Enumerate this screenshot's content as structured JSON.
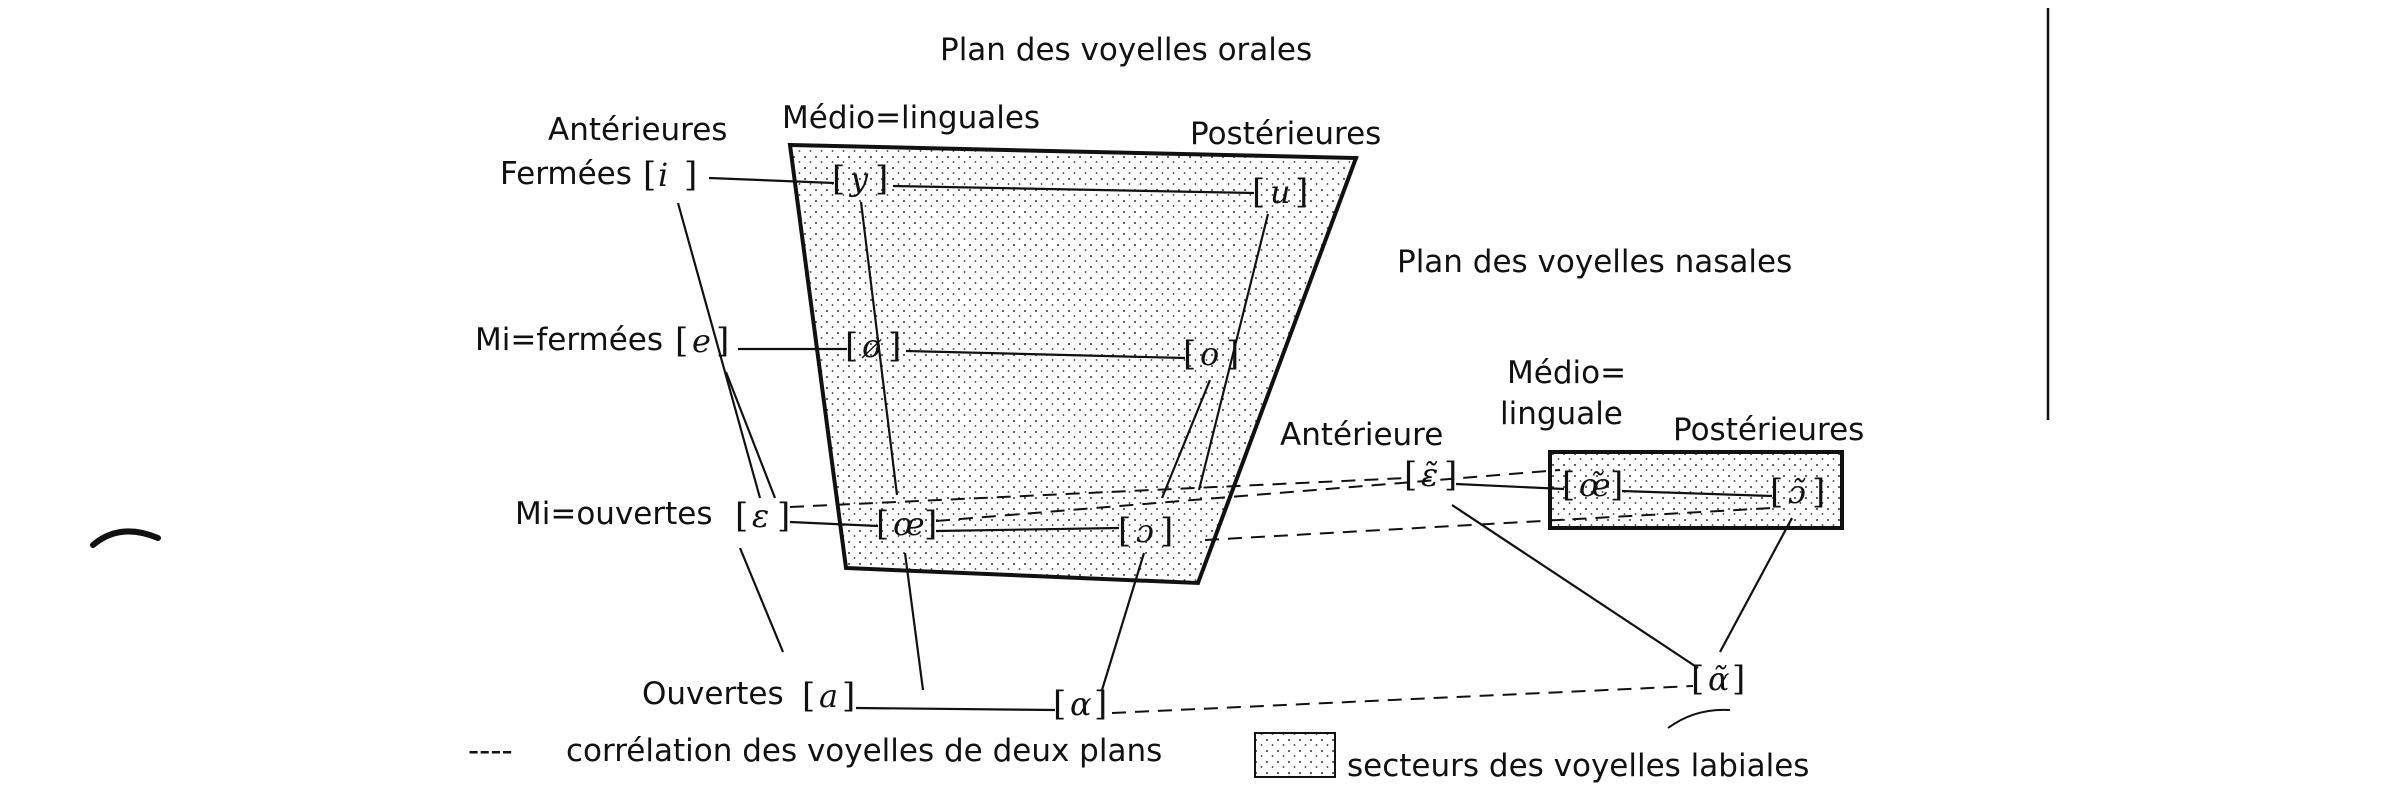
{
  "titles": {
    "oral": "Plan des voyelles orales",
    "nasal": "Plan des voyelles nasales"
  },
  "oral": {
    "col_anterior": "Antérieures",
    "col_medio": "Médio=linguales",
    "col_posterior": "Postérieures",
    "row_closed": "Fermées",
    "row_midclosed": "Mi=fermées",
    "row_midopen": "Mi=ouvertes",
    "row_open": "Ouvertes",
    "vowels": {
      "i": "i",
      "y": "y",
      "u": "u",
      "e": "e",
      "oe_closed": "ø",
      "o": "o",
      "eps": "ε",
      "oe_open": "œ",
      "open_o": "ɔ",
      "a_front": "a",
      "a_back": "ɑ"
    }
  },
  "nasal": {
    "col_anterior": "Antérieure",
    "col_medio_1": "Médio=",
    "col_medio_2": "linguale",
    "col_posterior": "Postérieures",
    "vowels": {
      "eps_nasal": "ε̃",
      "oe_nasal": "œ̃",
      "o_nasal": "ɔ̃",
      "a_nasal": "ɑ̃"
    }
  },
  "legend": {
    "dash_symbol": "----",
    "correlation": "corrélation des voyelles de deux plans",
    "labial": "secteurs des voyelles labiales"
  }
}
